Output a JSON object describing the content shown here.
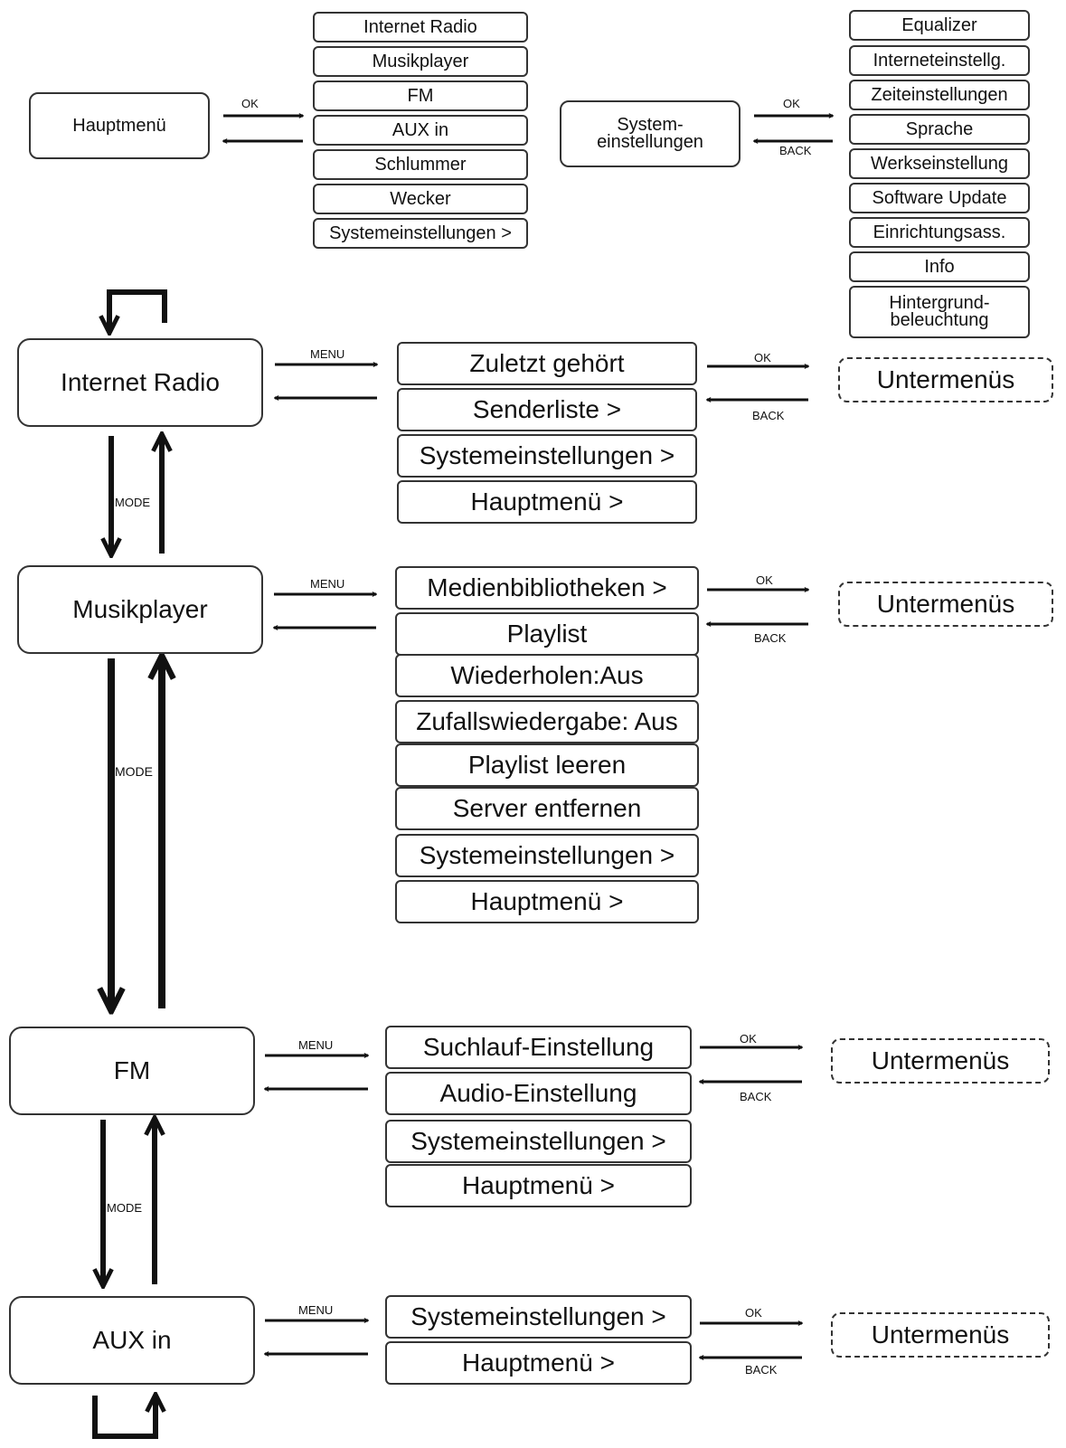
{
  "main_menu": {
    "label": "Hauptmenü",
    "ok": "OK",
    "items": [
      "Internet Radio",
      "Musikplayer",
      "FM",
      "AUX in",
      "Schlummer",
      "Wecker",
      "Systemeinstellungen >"
    ]
  },
  "system_settings": {
    "label_line1": "System-",
    "label_line2": "einstellungen",
    "ok": "OK",
    "back": "BACK",
    "items": [
      "Equalizer",
      "Interneteinstellg.",
      "Zeiteinstellungen",
      "Sprache",
      "Werkseinstellung",
      "Software Update",
      "Einrichtungsass.",
      "Info"
    ],
    "last_line1": "Hintergrund-",
    "last_line2": "beleuchtung"
  },
  "modes": [
    {
      "label": "Internet Radio",
      "menu": "MENU",
      "ok": "OK",
      "back": "BACK",
      "submenu": "Untermenüs",
      "items": [
        "Zuletzt gehört",
        "Senderliste >",
        "Systemeinstellungen >",
        "Hauptmenü >"
      ]
    },
    {
      "label": "Musikplayer",
      "menu": "MENU",
      "ok": "OK",
      "back": "BACK",
      "submenu": "Untermenüs",
      "items": [
        "Medienbibliotheken >",
        "Playlist",
        "Wiederholen:Aus",
        "Zufallswiedergabe: Aus",
        "Playlist leeren",
        "Server entfernen",
        "Systemeinstellungen >",
        "Hauptmenü >"
      ]
    },
    {
      "label": "FM",
      "menu": "MENU",
      "ok": "OK",
      "back": "BACK",
      "submenu": "Untermenüs",
      "items": [
        "Suchlauf-Einstellung",
        "Audio-Einstellung",
        "Systemeinstellungen >",
        "Hauptmenü >"
      ]
    },
    {
      "label": "AUX in",
      "menu": "MENU",
      "ok": "OK",
      "back": "BACK",
      "submenu": "Untermenüs",
      "items": [
        "Systemeinstellungen >",
        "Hauptmenü >"
      ]
    }
  ],
  "mode_labels": [
    "MODE",
    "MODE",
    "MODE"
  ]
}
